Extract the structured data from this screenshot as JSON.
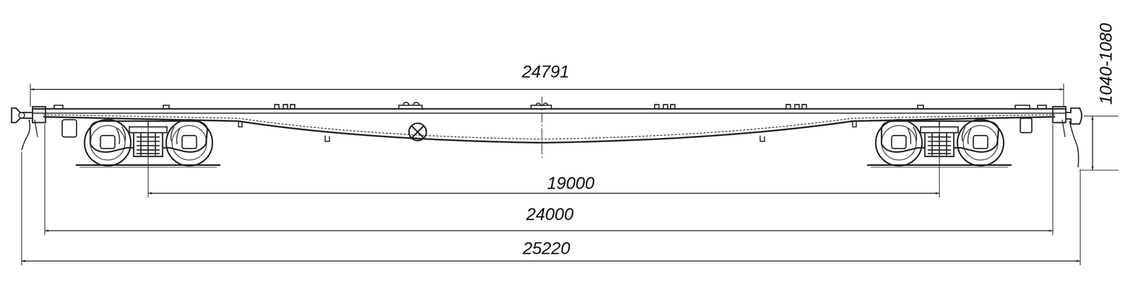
{
  "diagram": {
    "labels": [
      "24791",
      "1040-1080",
      "19000",
      "24000",
      "25220"
    ]
  }
}
